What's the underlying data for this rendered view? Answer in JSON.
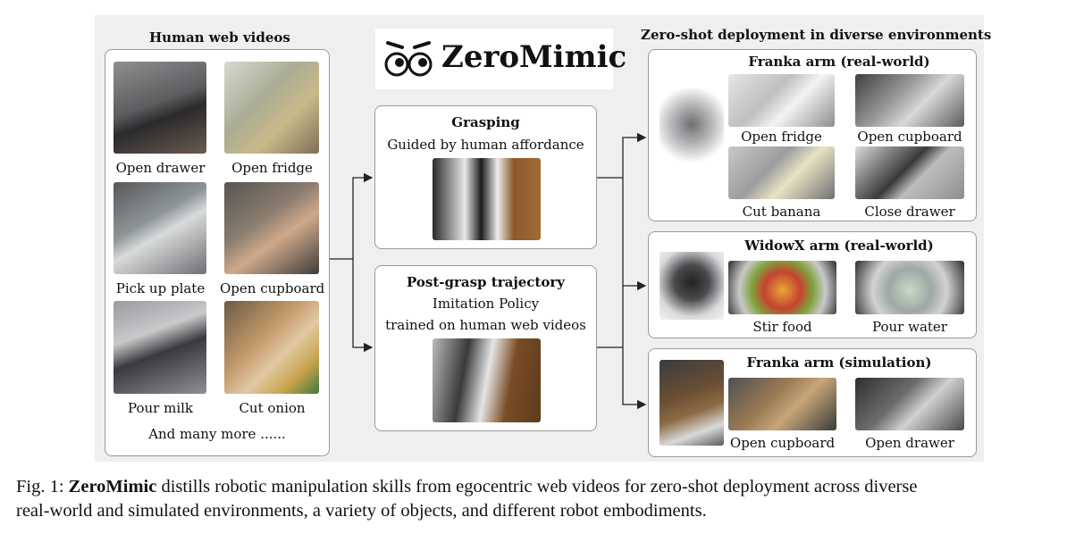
{
  "logo": {
    "text": "ZeroMimic"
  },
  "human_videos": {
    "title": "Human web videos",
    "tasks": [
      {
        "label": "Open drawer",
        "image": "open-drawer-thumbnail"
      },
      {
        "label": "Open fridge",
        "image": "open-fridge-thumbnail"
      },
      {
        "label": "Pick up plate",
        "image": "pick-up-plate-thumbnail"
      },
      {
        "label": "Open cupboard",
        "image": "open-cupboard-thumbnail"
      },
      {
        "label": "Pour milk",
        "image": "pour-milk-thumbnail"
      },
      {
        "label": "Cut onion",
        "image": "cut-onion-thumbnail"
      }
    ],
    "more": "And many more ......"
  },
  "grasping": {
    "title": "Grasping",
    "subtitle": "Guided by human affordance"
  },
  "post_grasp": {
    "title": "Post-grasp trajectory",
    "line1": "Imitation Policy",
    "line2": "trained on human web videos"
  },
  "deployment": {
    "title": "Zero-shot deployment in diverse environments",
    "franka_real": {
      "title": "Franka arm (real-world)",
      "tasks": [
        "Open fridge",
        "Open cupboard",
        "Cut banana",
        "Close drawer"
      ]
    },
    "widowx_real": {
      "title": "WidowX arm (real-world)",
      "tasks": [
        "Stir food",
        "Pour water"
      ]
    },
    "franka_sim": {
      "title": "Franka arm (simulation)",
      "tasks": [
        "Open cupboard",
        "Open drawer"
      ]
    }
  },
  "caption": {
    "prefix": "Fig. 1: ",
    "bold": "ZeroMimic",
    "line1_rest": " distills robotic manipulation skills from egocentric web videos for zero-shot deployment across diverse",
    "line2": "real-world and simulated environments, a variety of objects, and different robot embodiments."
  },
  "colors": {
    "panel": "#efefef",
    "box_border": "#9a9a9a",
    "arrow": "#222222"
  }
}
